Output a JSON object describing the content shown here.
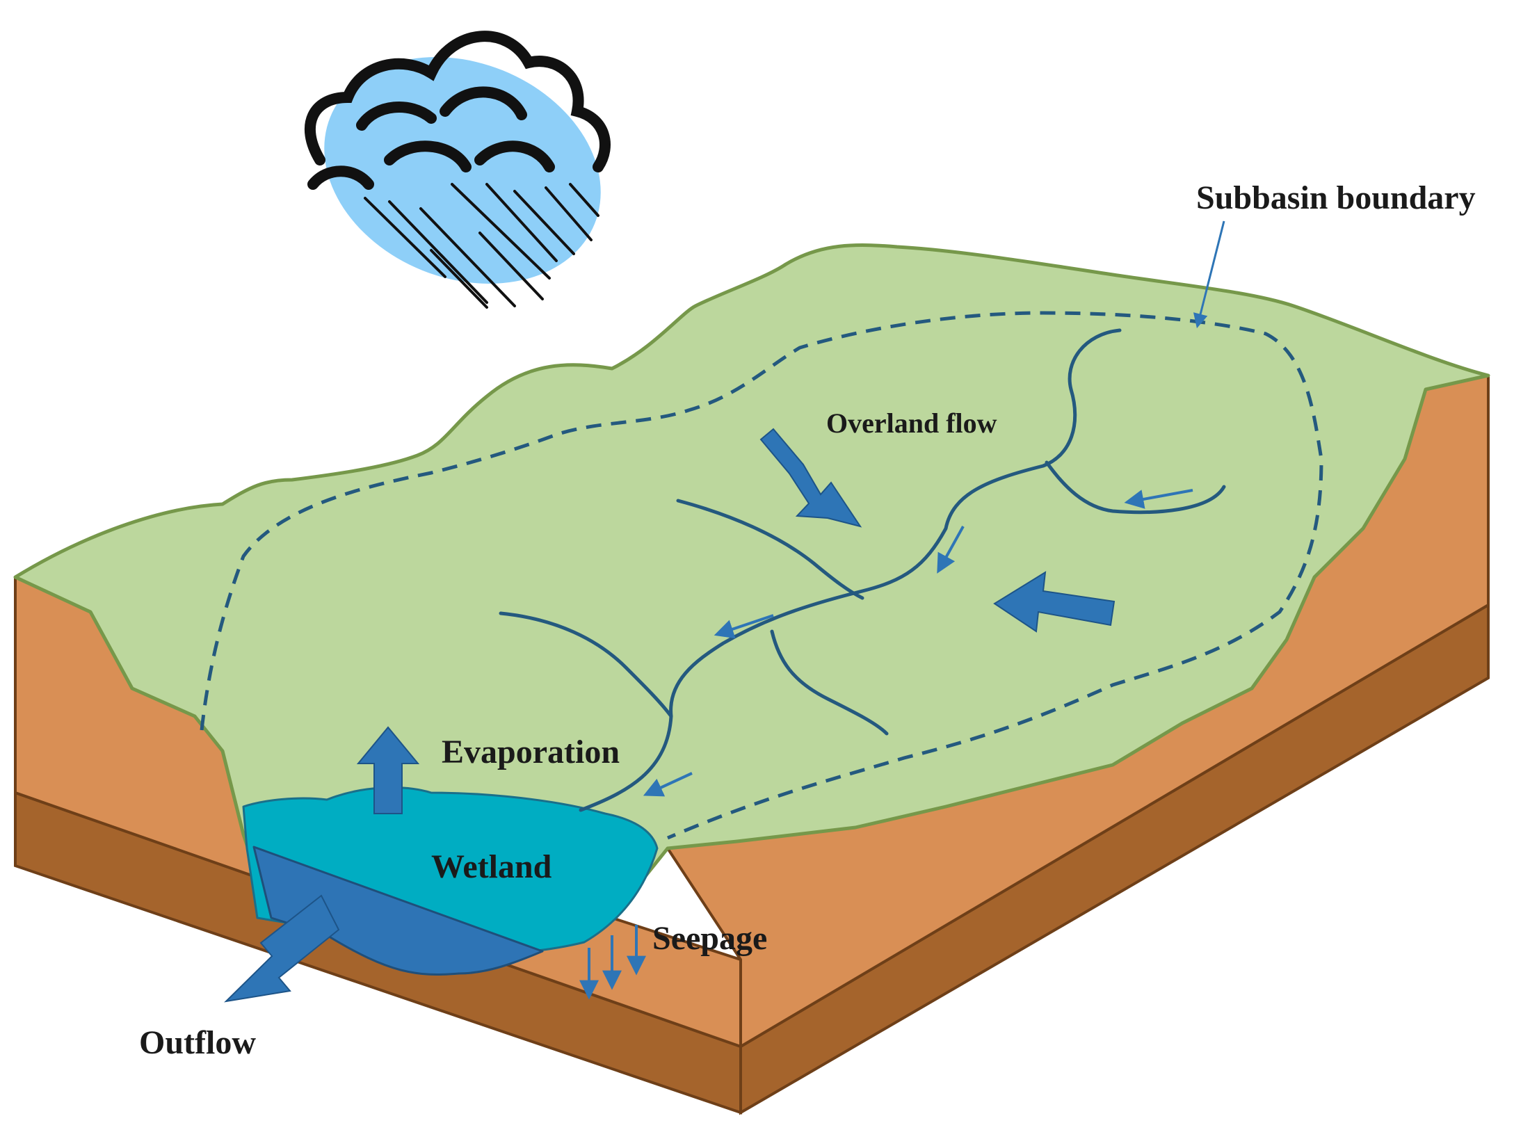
{
  "labels": {
    "subbasin_boundary": "Subbasin boundary",
    "overland_flow": "Overland flow",
    "evaporation": "Evaporation",
    "wetland": "Wetland",
    "seepage": "Seepage",
    "outflow": "Outflow"
  },
  "colors": {
    "land_surface": "#bcd79d",
    "land_outline": "#76984a",
    "soil_upper": "#d98f55",
    "soil_lower": "#a5642c",
    "soil_outline": "#6e3f18",
    "wetland_water": "#00adc2",
    "wetland_deep": "#2e74b5",
    "arrow_blue": "#2e75b6",
    "stream_line": "#24597f",
    "cloud_blue": "#8ecff8",
    "rain": "#111111"
  }
}
